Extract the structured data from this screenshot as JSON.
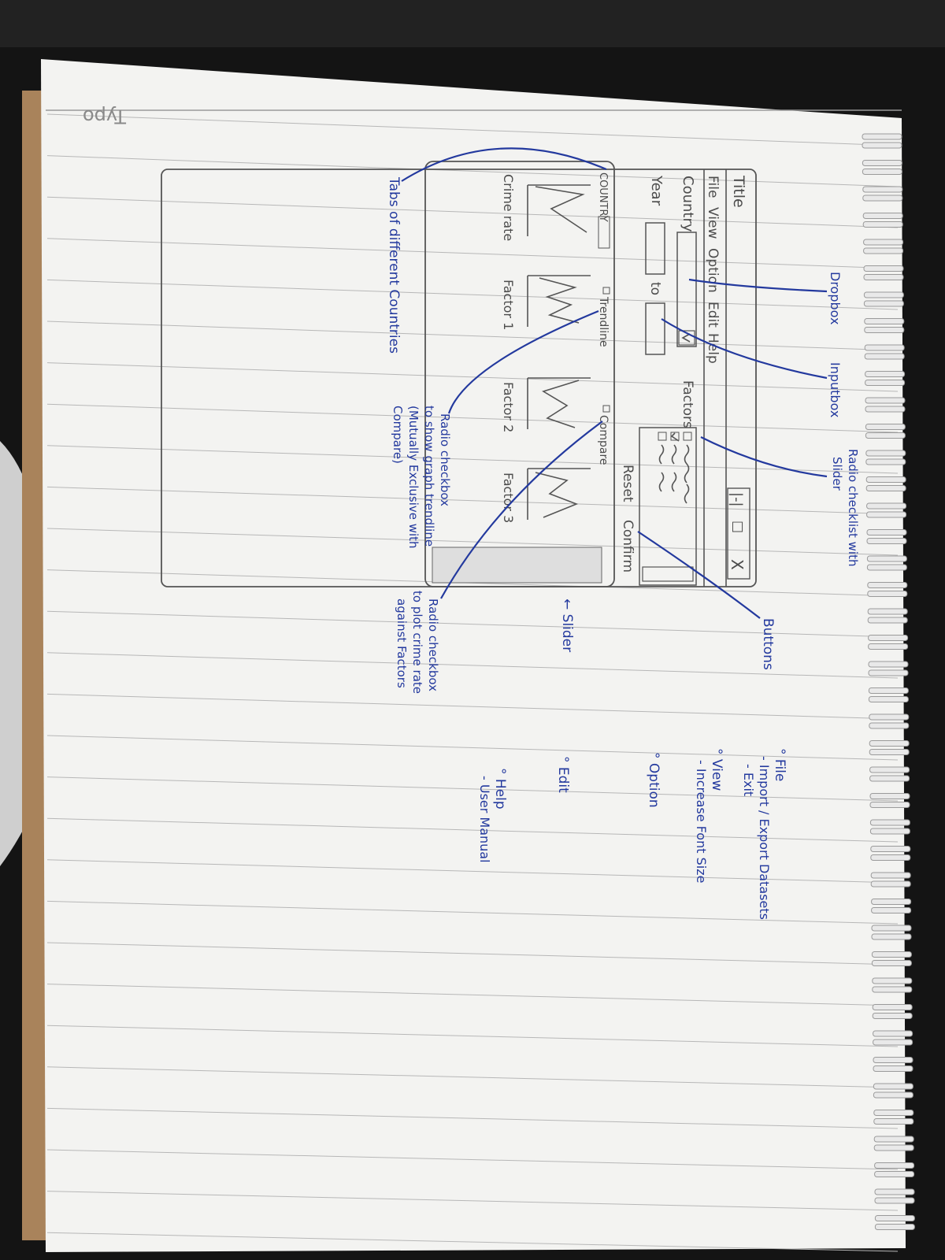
{
  "watermark": "Typo",
  "sketch": {
    "window": {
      "title": "Title",
      "controls": [
        "|-|",
        "☐",
        "X"
      ],
      "menu": [
        "File",
        "View",
        "Option",
        "Edit",
        "Help"
      ]
    },
    "country_label": "Country",
    "year_label": "Year",
    "year_to": "to",
    "factors_label": "Factors",
    "buttons": {
      "reset": "Reset",
      "confirm": "Confirm"
    },
    "tab_label": "COUNTRY",
    "trendline_checkbox": "Trendline",
    "compare_checkbox": "Compare",
    "graphs": [
      "Crime rate",
      "Factor 1",
      "Factor 2",
      "Factor 3"
    ]
  },
  "annotations": {
    "dropbox": "Dropbox",
    "inputbox": "Inputbox",
    "radio_checklist": [
      "Radio checklist with",
      "Slider"
    ],
    "buttons": "Buttons",
    "slider": "← Slider",
    "radio_plot": [
      "Radio checkbox",
      "to plot crime rate",
      "against Factors"
    ],
    "radio_trend": [
      "Radio checkbox",
      "to show graph trendline",
      "(Mutually Exclusive with",
      "Compare)"
    ],
    "tabs": "Tabs of different Countries"
  },
  "menu_notes": [
    {
      "heading": "° File",
      "items": [
        "- Import / Export Datasets",
        "- Exit"
      ]
    },
    {
      "heading": "° View",
      "items": [
        "- Increase Font Size"
      ]
    },
    {
      "heading": "° Option",
      "items": []
    },
    {
      "heading": "° Edit",
      "items": []
    },
    {
      "heading": "° Help",
      "items": [
        "- User Manual"
      ]
    }
  ],
  "colors": {
    "pen": "#23399e",
    "pencil": "#4c4c4c",
    "paper": "#f3f3f1"
  }
}
